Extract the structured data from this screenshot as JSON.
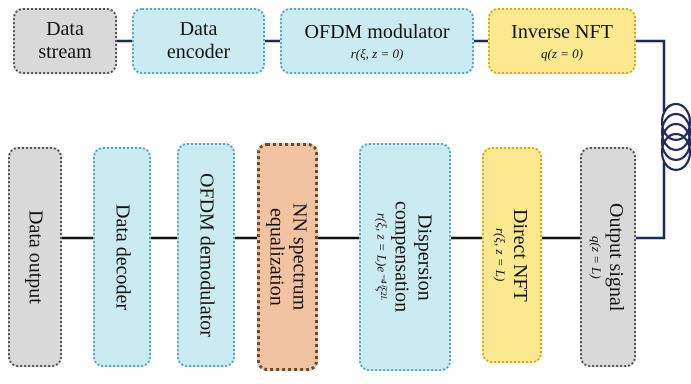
{
  "top_row": [
    {
      "label": "Data stream",
      "math": ""
    },
    {
      "label": "Data encoder",
      "math": ""
    },
    {
      "label": "OFDM modulator",
      "math": "r(ξ, z = 0)"
    },
    {
      "label": "Inverse NFT",
      "math": "q(z = 0)"
    }
  ],
  "bottom_row": [
    {
      "label": "Data output",
      "math": ""
    },
    {
      "label": "Data decoder",
      "math": ""
    },
    {
      "label": "OFDM demodulator",
      "math": ""
    },
    {
      "label": "NN spectrum equalization",
      "math": ""
    },
    {
      "label": "Dispersion compensation",
      "math": "r(ξ, z = L)e⁻⁴ⁱξ²ᴸ"
    },
    {
      "label": "Direct NFT",
      "math": "r(ξ, z = L)"
    },
    {
      "label": "Output signal",
      "math": "q(z = L)"
    }
  ],
  "colors": {
    "gray": "#d9d9d9",
    "blue": "#c9ebf1",
    "yellow": "#fce98f",
    "orange": "#f2c3a1",
    "wire": "#1f2a5c"
  },
  "icons": [
    "fiber-coil-icon"
  ]
}
